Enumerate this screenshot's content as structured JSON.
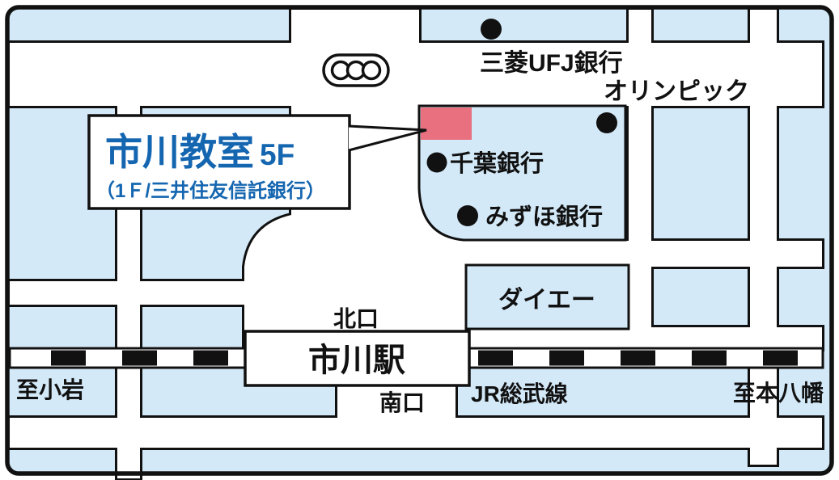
{
  "map": {
    "type": "access-map",
    "callout": {
      "name": "市川教室",
      "floor": "5F",
      "note": "（1Ｆ/三井住友信託銀行）"
    },
    "station": {
      "name": "市川駅",
      "north_exit": "北口",
      "south_exit": "南口"
    },
    "railway": {
      "name": "JR総武線",
      "direction_left": "至小岩",
      "direction_right": "至本八幡"
    },
    "landmarks": [
      {
        "id": "mitsubishi-ufj-bank",
        "label": "三菱UFJ銀行"
      },
      {
        "id": "olympic",
        "label": "オリンピック"
      },
      {
        "id": "chiba-bank",
        "label": "千葉銀行"
      },
      {
        "id": "mizuho-bank",
        "label": "みずほ銀行"
      },
      {
        "id": "daiei",
        "label": "ダイエー"
      }
    ],
    "icons": [
      {
        "name": "traffic-light-icon",
        "meaning": "signal intersection"
      },
      {
        "name": "location-marker",
        "meaning": "classroom building position"
      },
      {
        "name": "landmark-dot",
        "meaning": "landmark position"
      }
    ]
  },
  "colors": {
    "map_background": "#d3e9f8",
    "road_fill": "#ffffff",
    "outline": "#111111",
    "marker_pink": "#e8707f",
    "callout_text_blue": "#1566b0"
  }
}
